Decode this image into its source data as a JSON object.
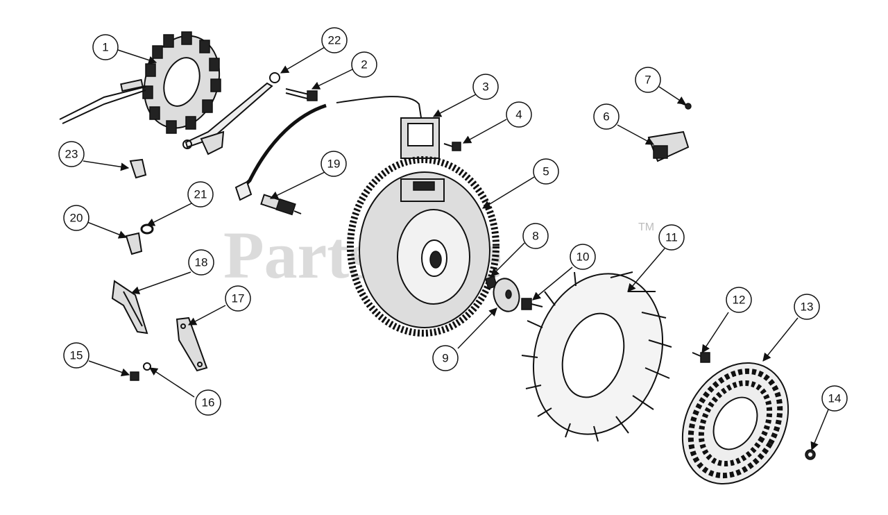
{
  "watermark": {
    "text": "PartsTree",
    "trademark": "TM"
  },
  "callouts": [
    "1",
    "2",
    "3",
    "4",
    "5",
    "6",
    "7",
    "8",
    "9",
    "10",
    "11",
    "12",
    "13",
    "14",
    "15",
    "16",
    "17",
    "18",
    "19",
    "20",
    "21",
    "22",
    "23"
  ],
  "colors": {
    "line": "#111111",
    "watermark": "#cfcfcf",
    "background": "#ffffff"
  }
}
